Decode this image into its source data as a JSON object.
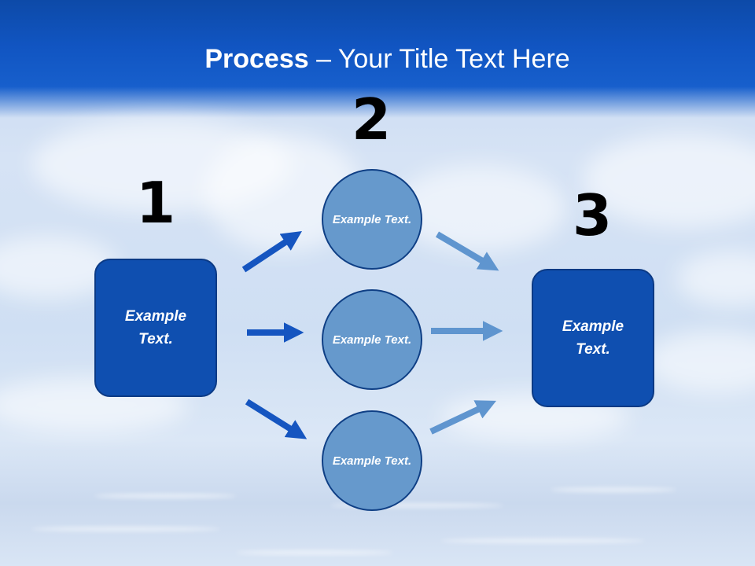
{
  "title": {
    "bold": "Process",
    "rest": " – Your Title Text Here"
  },
  "steps": {
    "one": "1",
    "two": "2",
    "three": "3"
  },
  "left_box": {
    "text": "Example Text."
  },
  "right_box": {
    "text": "Example Text."
  },
  "circles": [
    {
      "text": "Example Text."
    },
    {
      "text": "Example Text."
    },
    {
      "text": "Example Text."
    }
  ],
  "colors": {
    "header": "#1155c2",
    "box_fill": "#0f4fb0",
    "circle_fill": "#6699cc",
    "arrow_dark": "#1555c0",
    "arrow_light": "#5f95cf"
  }
}
